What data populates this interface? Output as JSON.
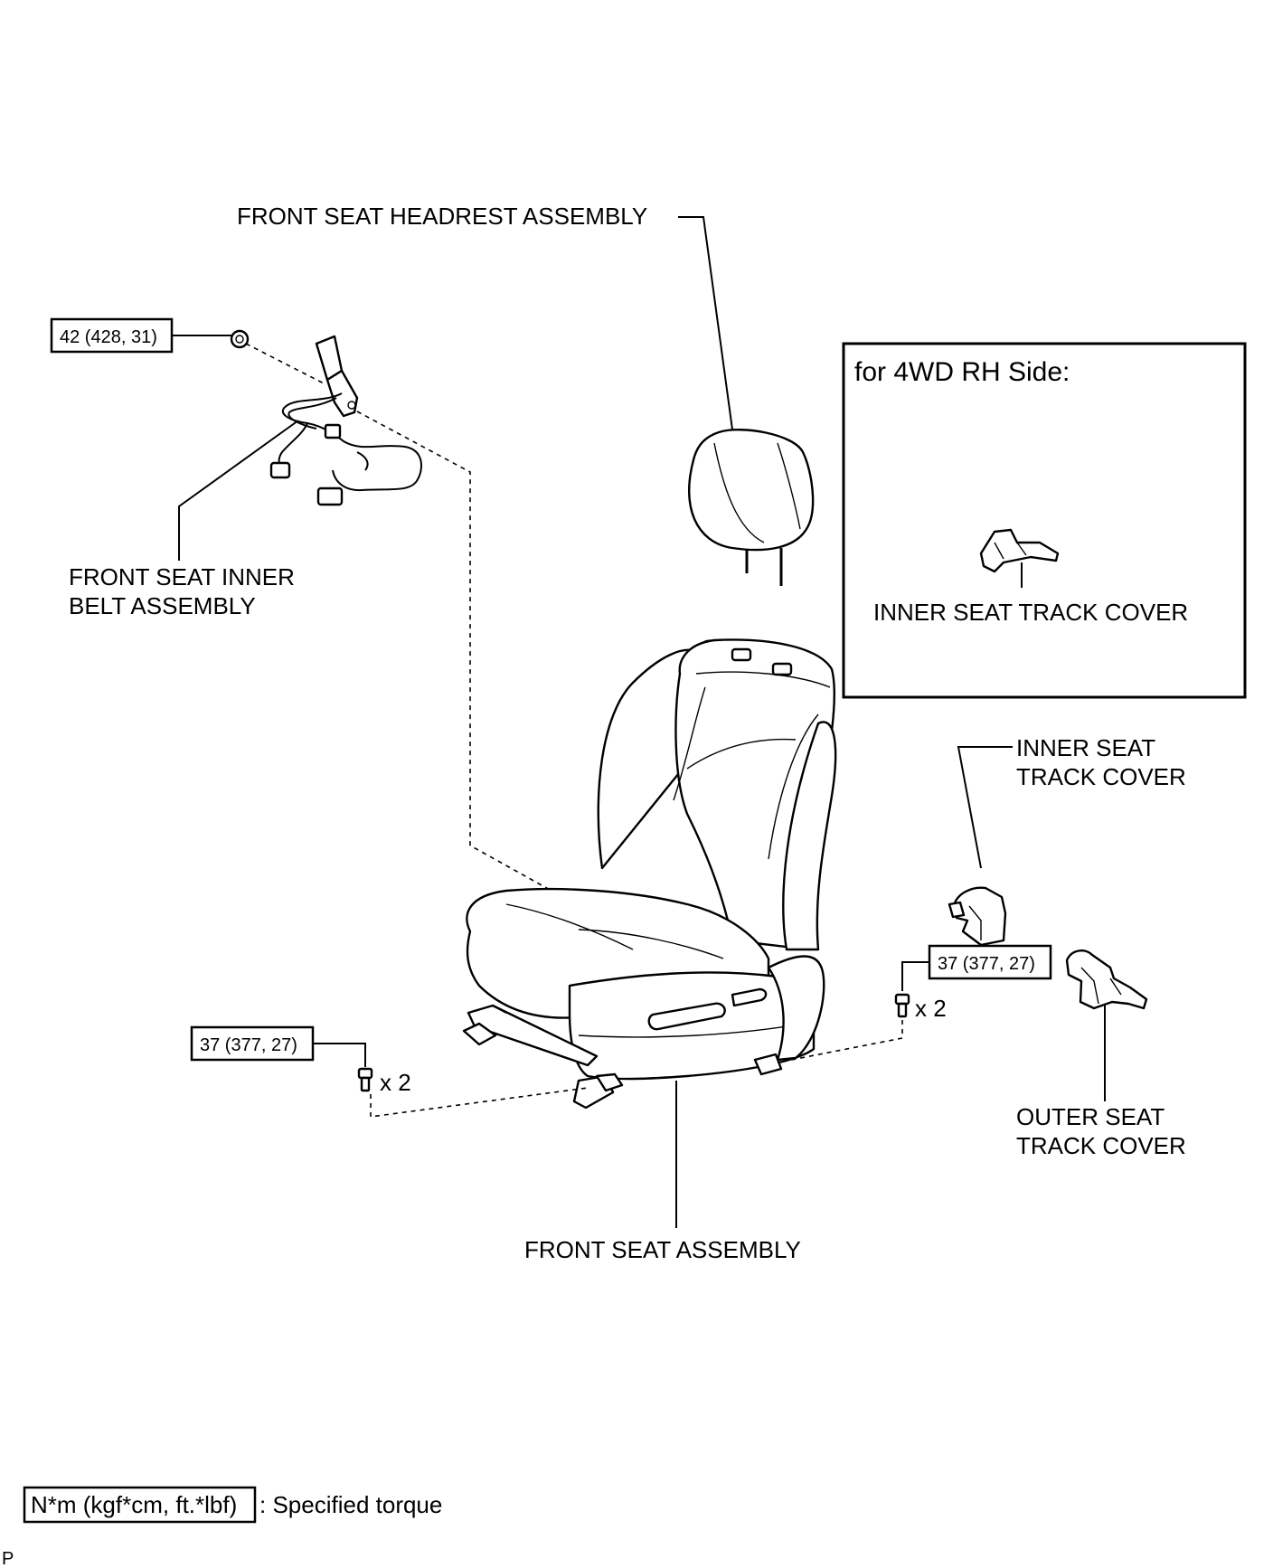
{
  "labels": {
    "headrest": "FRONT SEAT HEADREST ASSEMBLY",
    "inner_belt_line1": "FRONT SEAT INNER",
    "inner_belt_line2": "BELT ASSEMBLY",
    "front_seat": "FRONT SEAT ASSEMBLY",
    "inner_cover_line1": "INNER SEAT",
    "inner_cover_line2": "TRACK COVER",
    "outer_cover_line1": "OUTER SEAT",
    "outer_cover_line2": "TRACK COVER"
  },
  "inset": {
    "title": "for 4WD RH Side:",
    "part_label": "INNER SEAT TRACK COVER"
  },
  "torques": {
    "belt_nut": "42 (428, 31)",
    "left_bolts": "37 (377, 27)",
    "right_bolts": "37 (377, 27)"
  },
  "quantities": {
    "left": "x 2",
    "right": "x 2"
  },
  "legend": {
    "box": "N*m (kgf*cm, ft.*lbf)",
    "text": ": Specified torque"
  },
  "corner_mark": "P"
}
